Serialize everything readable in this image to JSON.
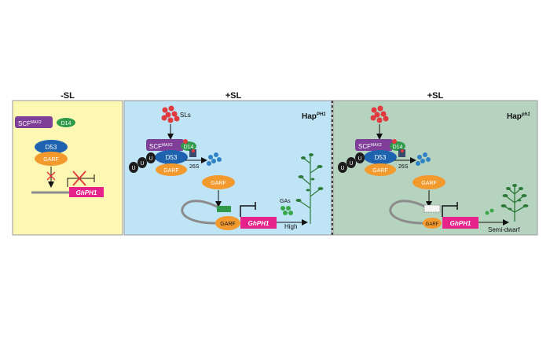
{
  "panels": {
    "minus_sl": {
      "title": "-SL"
    },
    "plus_sl_high": {
      "title": "+SL",
      "haplotype": "Hap",
      "haplotype_sup": "PH1"
    },
    "plus_sl_dwarf": {
      "title": "+SL",
      "haplotype": "Hap",
      "haplotype_sup": "ph1"
    }
  },
  "labels": {
    "scf": "SCF",
    "scf_sup": "MAX2",
    "d14": "D14",
    "d53": "D53",
    "garf": "GARF",
    "gene": "GhPH1",
    "sls": "SLs",
    "proteasome": "26S",
    "ubiquitin": "U",
    "gas": "GAs",
    "high": "High",
    "semi_dwarf": "Semi-dwarf"
  },
  "colors": {
    "panel1_bg": "#fdf7b4",
    "panel2_bg": "#bfe4f5",
    "panel3_bg": "#b6d3c0",
    "scf": "#7f3f98",
    "d14": "#2e9a4a",
    "d53": "#1e63b0",
    "garf": "#f29a2e",
    "gene_box": "#e6238a",
    "sl_red": "#e0393e",
    "ga_green": "#3aa84a",
    "ubiquitin": "#1d1d1d",
    "proteasome": "#2f82c6",
    "plant": "#2d7a3a"
  }
}
